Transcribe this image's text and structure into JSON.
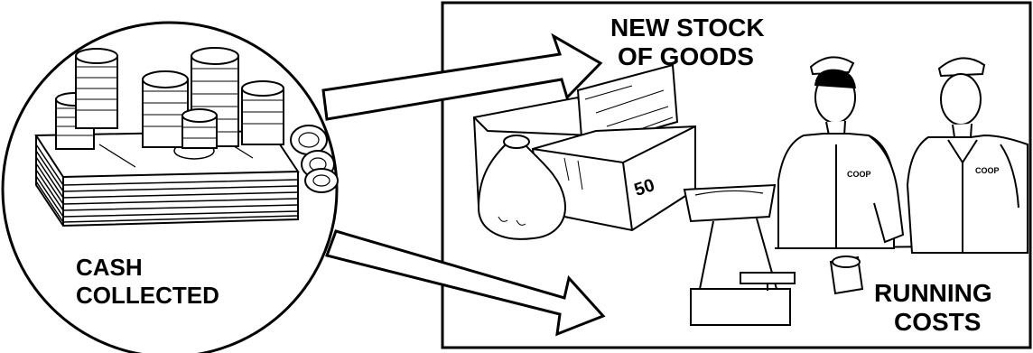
{
  "labels": {
    "cash_line1": "CASH",
    "cash_line2": "COLLECTED",
    "stock_line1": "NEW STOCK",
    "stock_line2": "OF GOODS",
    "costs_line1": "RUNNING",
    "costs_line2": "COSTS",
    "scale_display": "50",
    "badge_woman": "COOP",
    "badge_man": "COOP"
  },
  "colors": {
    "ink": "#000000",
    "paper": "#ffffff"
  }
}
